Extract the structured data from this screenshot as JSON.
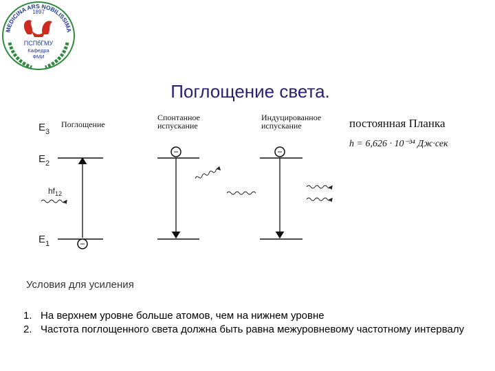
{
  "logo": {
    "ring_text": "MEDICINA ARS NOBILISSIMA",
    "year": "1897",
    "org": "ПСПбГМУ",
    "dept_line1": "Кафедра",
    "dept_line2": "ФМИ",
    "colors": {
      "blue": "#1f3a93",
      "green": "#2f8a3e",
      "red": "#cc2a1f"
    }
  },
  "slide": {
    "title": "Поглощение света."
  },
  "diagram": {
    "levels": {
      "e3": "E",
      "e3_sub": "3",
      "e2": "E",
      "e2_sub": "2",
      "e1": "E",
      "e1_sub": "1"
    },
    "photon_label": "hf",
    "photon_label_sub": "12",
    "absorption_caption": "Поглощение",
    "spontaneous_caption_line1": "Спонтанное",
    "spontaneous_caption_line2": "испускание",
    "stimulated_caption_line1": "Индуцированное",
    "stimulated_caption_line2": "испускание",
    "electron_sign": "−",
    "planck_heading": "постоянная Планка",
    "planck_formula": "h = 6,626 · 10⁻³⁴ Дж·сек"
  },
  "conditions": {
    "title": "Условия для усиления",
    "items": [
      {
        "num": "1.",
        "text": "На верхнем уровне больше атомов, чем на нижнем уровне"
      },
      {
        "num": "2.",
        "text": "Частота поглощенного света должна быть равна межуровневому частотному интервалу"
      }
    ]
  }
}
